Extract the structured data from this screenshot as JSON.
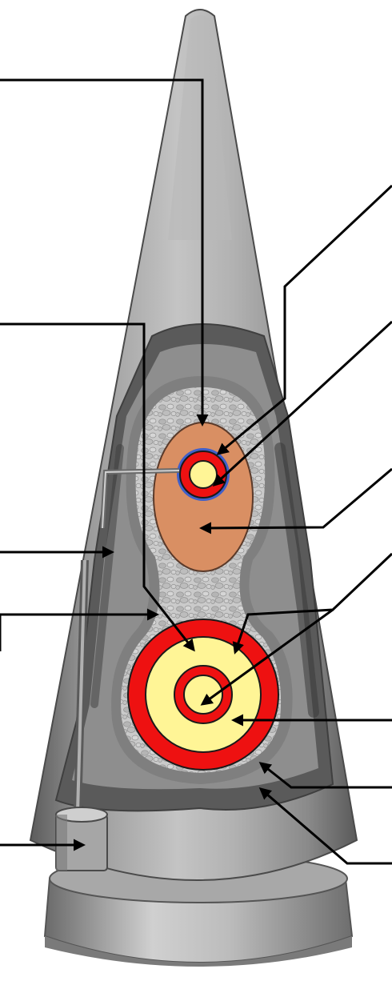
{
  "diagram": {
    "colors": {
      "casing_light": "#bdbdbd",
      "casing_mid": "#9a9a9a",
      "casing_dark": "#6f6f6f",
      "casing_shadow": "#4e4e4e",
      "filler": "#c8c8c8",
      "filler_pebble": "#a9a9a9",
      "primary_shell": "#d98f63",
      "blue_ring": "#3f5fc9",
      "red": "#ee1111",
      "yellow": "#fff596",
      "callout_line": "#000000"
    },
    "callouts": [
      {
        "id": "callout-1",
        "target": "primary-pit"
      },
      {
        "id": "callout-2",
        "target": "primary-tamper"
      },
      {
        "id": "callout-3",
        "target": "primary-blue-ring"
      },
      {
        "id": "callout-4",
        "target": "primary-core"
      },
      {
        "id": "callout-5",
        "target": "channel-filler"
      },
      {
        "id": "callout-6",
        "target": "radiation-case-wall"
      },
      {
        "id": "callout-7",
        "target": "foam-filler"
      },
      {
        "id": "callout-8",
        "target": "secondary-fusion-fuel"
      },
      {
        "id": "callout-9",
        "target": "secondary-sparkplug"
      },
      {
        "id": "callout-10",
        "target": "secondary-pusher"
      },
      {
        "id": "callout-11",
        "target": "secondary-outer"
      },
      {
        "id": "callout-12",
        "target": "gas-reservoir"
      }
    ]
  }
}
